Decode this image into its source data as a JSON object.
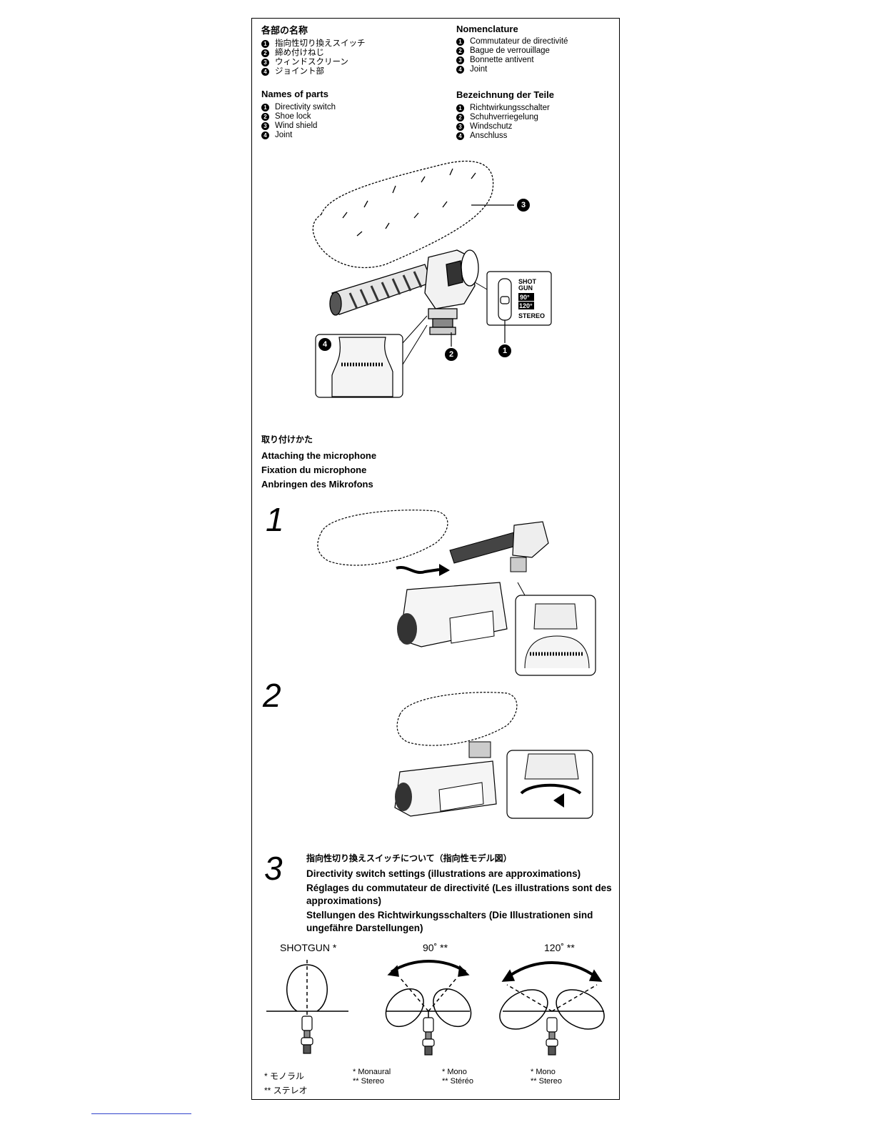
{
  "nomenclature": {
    "ja": {
      "title": "各部の名称",
      "items": [
        "指向性切り換えスイッチ",
        "締め付けねじ",
        "ウィンドスクリーン",
        "ジョイント部"
      ]
    },
    "fr": {
      "title": "Nomenclature",
      "items": [
        "Commutateur de directivité",
        "Bague de verrouillage",
        "Bonnette antivent",
        "Joint"
      ]
    },
    "en": {
      "title": "Names of parts",
      "items": [
        "Directivity switch",
        "Shoe lock",
        "Wind shield",
        "Joint"
      ]
    },
    "de": {
      "title": "Bezeichnung der Teile",
      "items": [
        "Richtwirkungsschalter",
        "Schuhverriegelung",
        "Windschutz",
        "Anschluss"
      ]
    },
    "bullets": [
      "1",
      "2",
      "3",
      "4"
    ]
  },
  "switch_labels": {
    "shotgun": "SHOT",
    "shotgun2": "GUN",
    "deg90": "90°",
    "deg120": "120°",
    "stereo": "STEREO"
  },
  "attaching": {
    "ja": "取り付けかた",
    "en": "Attaching the microphone",
    "fr": "Fixation du microphone",
    "de": "Anbringen des Mikrofons"
  },
  "steps": [
    "1",
    "2",
    "3"
  ],
  "step3": {
    "ja": "指向性切り換えスイッチについて（指向性モデル図）",
    "en": "Directivity switch settings (illustrations are approximations)",
    "fr": "Réglages du commutateur de directivité (Les illustrations sont des approximations)",
    "de": "Stellungen des Richtwirkungsschalters (Die Illustrationen sind ungefähre Darstellungen)"
  },
  "patterns": {
    "shotgun": "SHOTGUN *",
    "deg90": "90˚ **",
    "deg120": "120˚ **"
  },
  "notes": {
    "ja_mono": "*  モノラル",
    "ja_stereo": "**  ステレオ",
    "en_mono": "*  Monaural",
    "en_stereo": "**  Stereo",
    "fr_mono": "*  Mono",
    "fr_stereo": "**  Stéréo",
    "de_mono": "*  Mono",
    "de_stereo": "**  Stereo"
  },
  "callouts": [
    "1",
    "2",
    "3",
    "4"
  ]
}
